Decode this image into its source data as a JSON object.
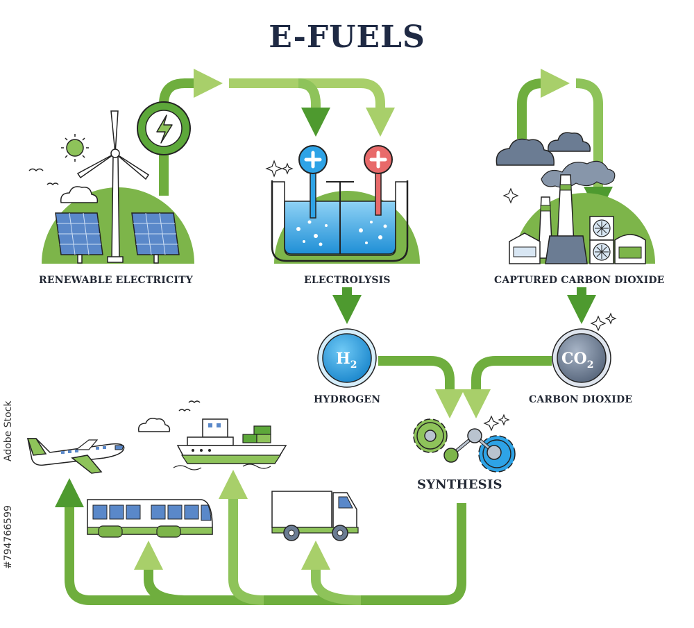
{
  "title": "E-FUELS",
  "labels": {
    "renewable": "RENEWABLE ELECTRICITY",
    "electrolysis": "ELECTROLYSIS",
    "captured": "CAPTURED CARBON DIOXIDE",
    "hydrogen": "HYDROGEN",
    "carbon_dioxide": "CARBON DIOXIDE",
    "synthesis": "SYNTHESIS"
  },
  "badges": {
    "h2_main": "H",
    "h2_sub": "2",
    "co2_main": "CO",
    "co2_sub": "2"
  },
  "watermark": {
    "text": "Adobe Stock",
    "id": "#794766599"
  },
  "colors": {
    "arrow_light": "#a8cf6a",
    "arrow_dark": "#4e9a2f",
    "hill": "#7db54a",
    "title": "#1f2a44",
    "hydrogen_blue": "#1f9ee0",
    "co2_grey": "#6b7c93",
    "electrode_plus_blue": "#2ea3e6",
    "electrode_plus_red": "#e86a6a"
  }
}
